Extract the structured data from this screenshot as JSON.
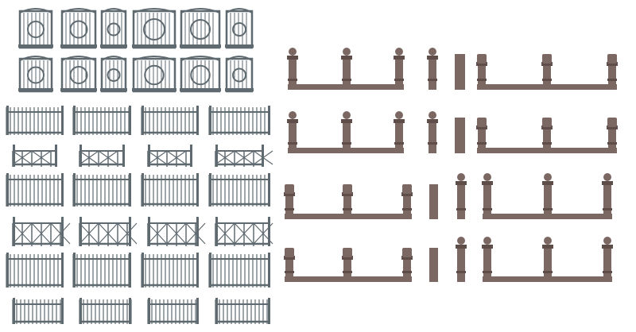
{
  "colors": {
    "background": "#ffffff",
    "iron_fence": "#5f6a70",
    "stone_post": "#7c6862",
    "stone_post_dark": "#5e4d48"
  },
  "groups": {
    "iron_gates_rows": 2,
    "iron_gates_per_row": 6,
    "iron_fence_rows": 6,
    "iron_fences_per_row": 4,
    "stone_rows": 4
  }
}
